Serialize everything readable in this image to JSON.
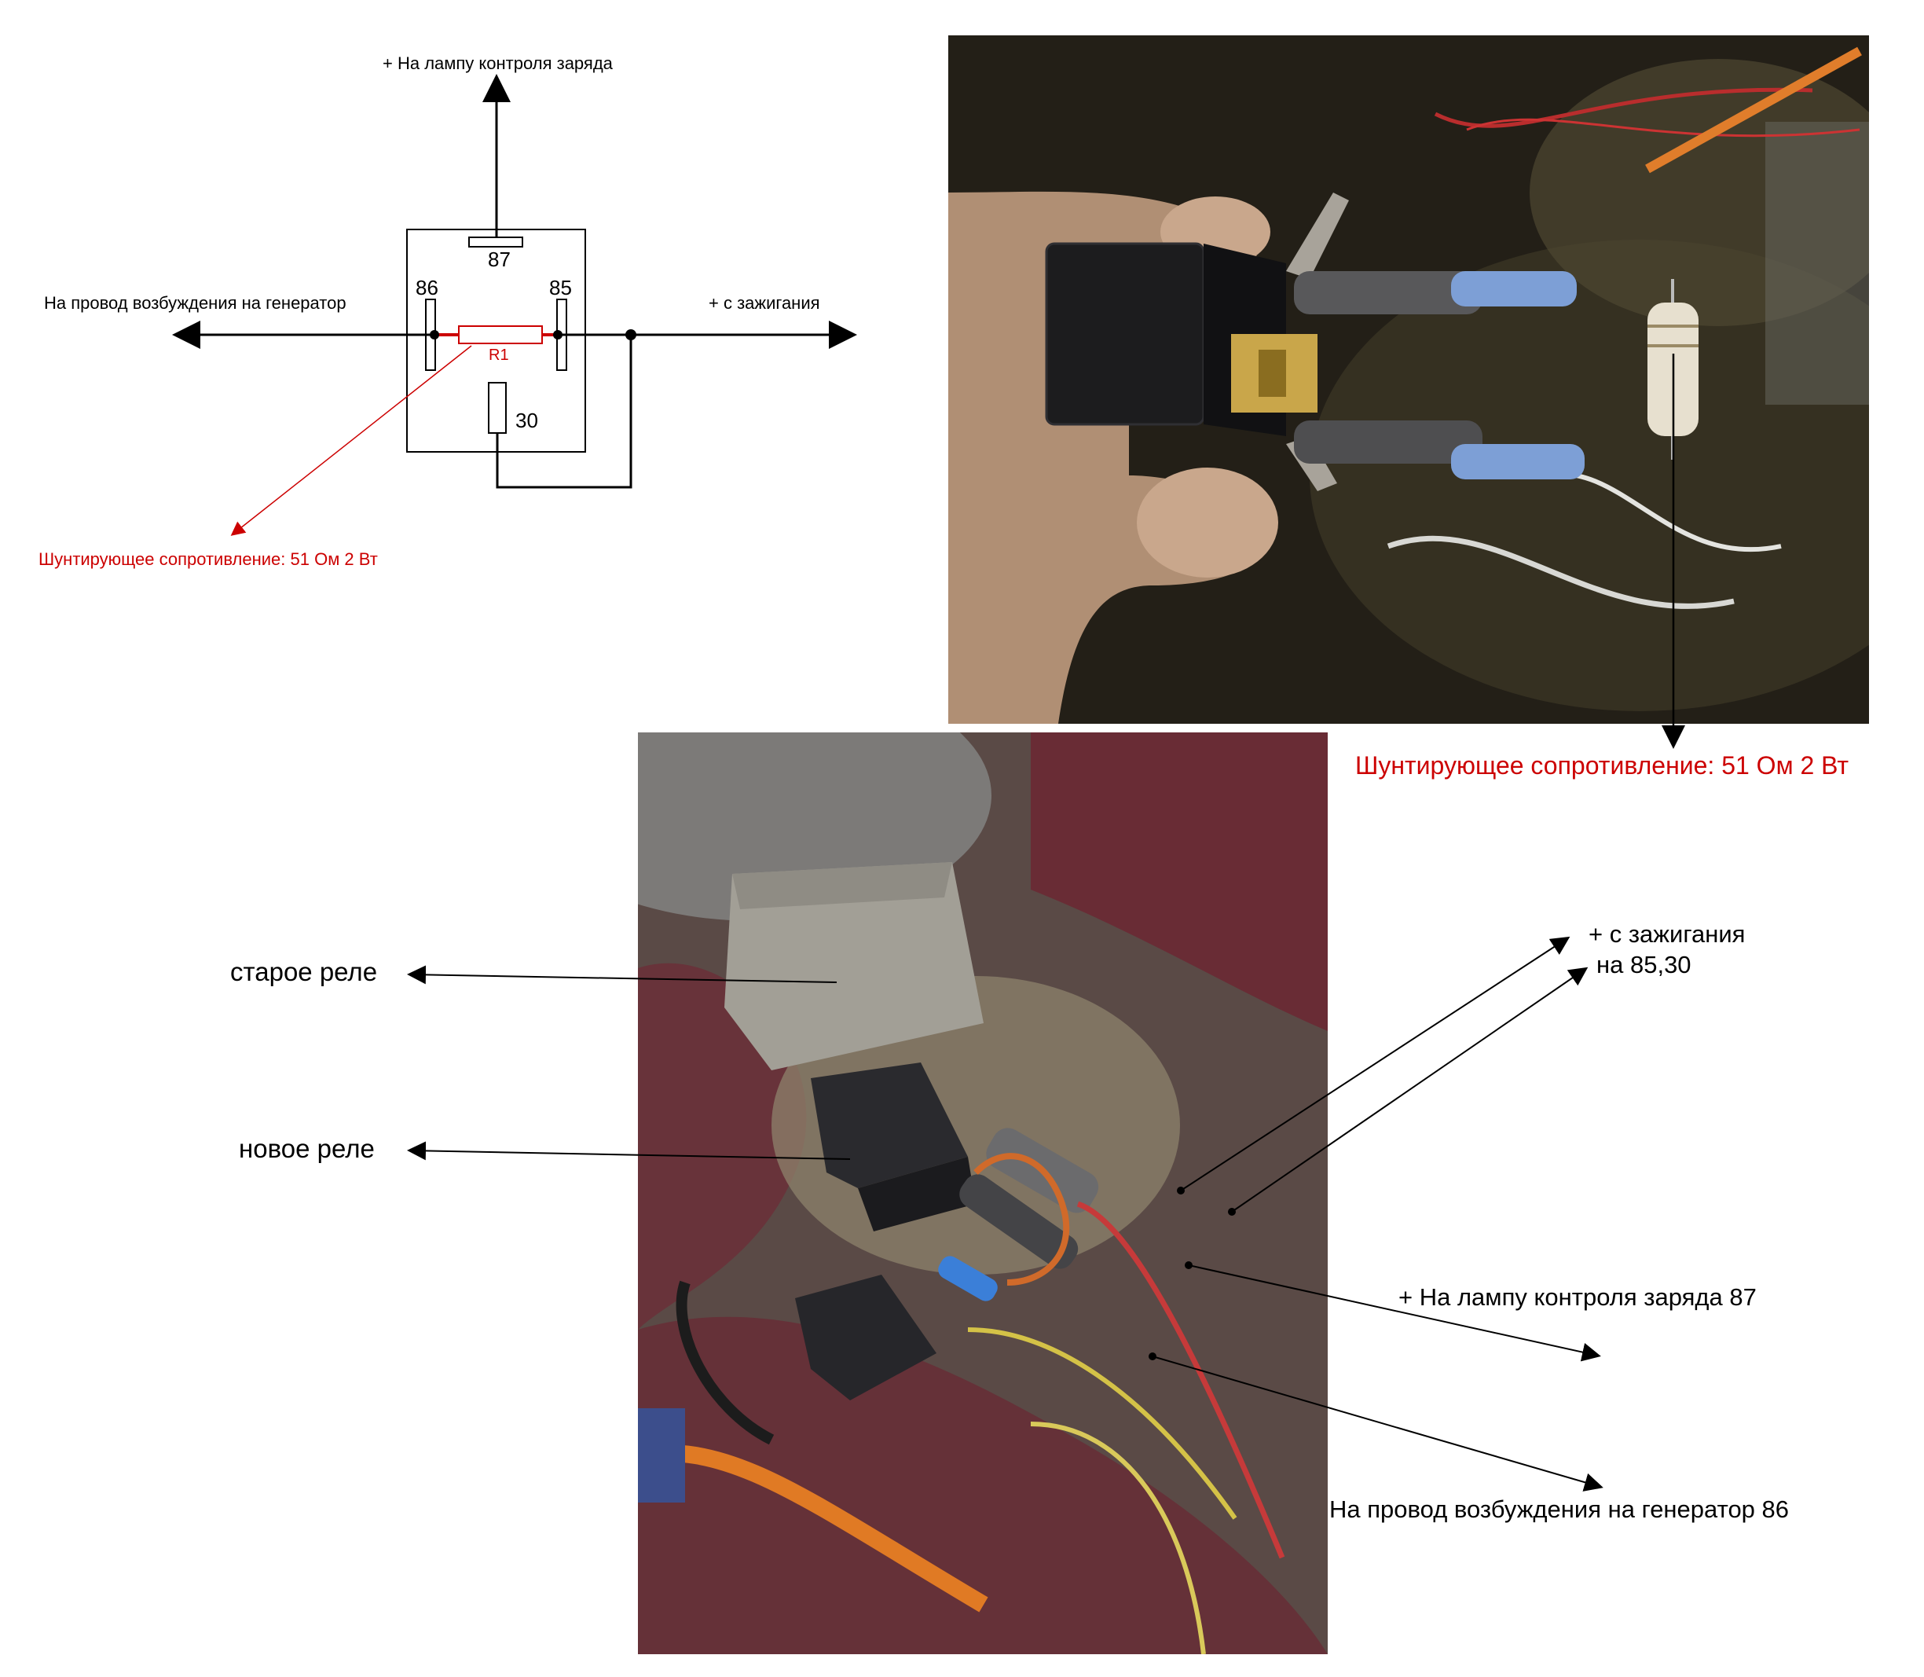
{
  "schematic": {
    "lamp_label": "+  На лампу контроля заряда",
    "excitation_label": "На провод возбуждения на генератор",
    "ignition_label": "+ с зажигания",
    "pin_87": "87",
    "pin_86": "86",
    "pin_85": "85",
    "pin_30": "30",
    "resistor_label": "R1",
    "shunt_note": "Шунтирующее сопротивление: 51 Ом  2 Вт"
  },
  "relay_photo": {
    "shunt_note": "Шунтирующее сопротивление: 51 Ом  2 Вт"
  },
  "install_photo": {
    "old_relay": "старое реле",
    "new_relay": "новое реле",
    "ignition_line1": "+ с зажигания",
    "ignition_line2": "на 85,30",
    "lamp_label": "+  На лампу контроля заряда  87",
    "excitation_label": "На провод возбуждения на генератор 86"
  },
  "colors": {
    "line": "#000000",
    "resistor": "#cc0000"
  }
}
